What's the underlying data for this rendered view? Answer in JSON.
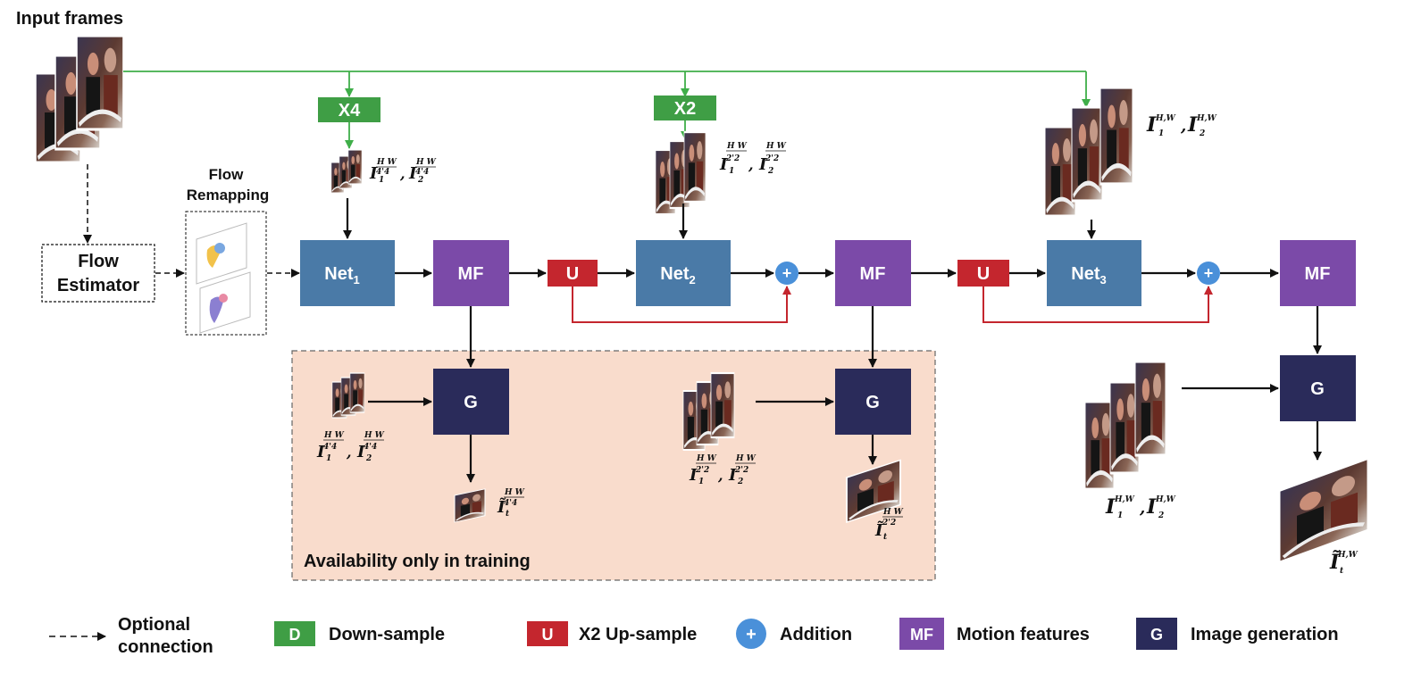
{
  "title": "Input frames",
  "flow_remapping": [
    "Flow",
    "Remapping"
  ],
  "flow_estimator": [
    "Flow",
    "Estimator"
  ],
  "down_labels": [
    "X4",
    "X2"
  ],
  "nets": [
    {
      "name": "Net",
      "sub": "1"
    },
    {
      "name": "Net",
      "sub": "2"
    },
    {
      "name": "Net",
      "sub": "3"
    }
  ],
  "mf_label": "MF",
  "up_label": "U",
  "plus_label": "+",
  "g_label": "G",
  "training_region_label": "Availability only in training",
  "math": {
    "input_full": "I1H,W, I2H,W",
    "quarter": "I1 H/4,W/4, I2 H/4,W/4",
    "half": "I1 H/2,W/2, I2 H/2,W/2",
    "out_quarter": "Ĩt H/4,W/4",
    "out_half": "Ĩt H/2,W/2",
    "out_full": "Ĩt H,W"
  },
  "legend": [
    {
      "key": "optional",
      "badge": "",
      "text": [
        "Optional",
        "connection"
      ]
    },
    {
      "key": "down",
      "badge": "D",
      "text": [
        "Down-sample"
      ],
      "color": "#3f9e45"
    },
    {
      "key": "up",
      "badge": "U",
      "text": [
        "X2 Up-sample"
      ],
      "color": "#c4262e"
    },
    {
      "key": "add",
      "badge": "+",
      "text": [
        "Addition"
      ],
      "color": "#4a90d9"
    },
    {
      "key": "mf",
      "badge": "MF",
      "text": [
        "Motion features"
      ],
      "color": "#7b4aa8"
    },
    {
      "key": "g",
      "badge": "G",
      "text": [
        "Image generation"
      ],
      "color": "#2a2b5a"
    }
  ],
  "colors": {
    "net": "#4a7aa7",
    "mf": "#7b4aa8",
    "g": "#2a2b5a",
    "up": "#c4262e",
    "down": "#3f9e45",
    "add": "#4a90d9",
    "green_line": "#3fae49",
    "red_line": "#c4262e",
    "training_bg": "#f9dccc"
  }
}
